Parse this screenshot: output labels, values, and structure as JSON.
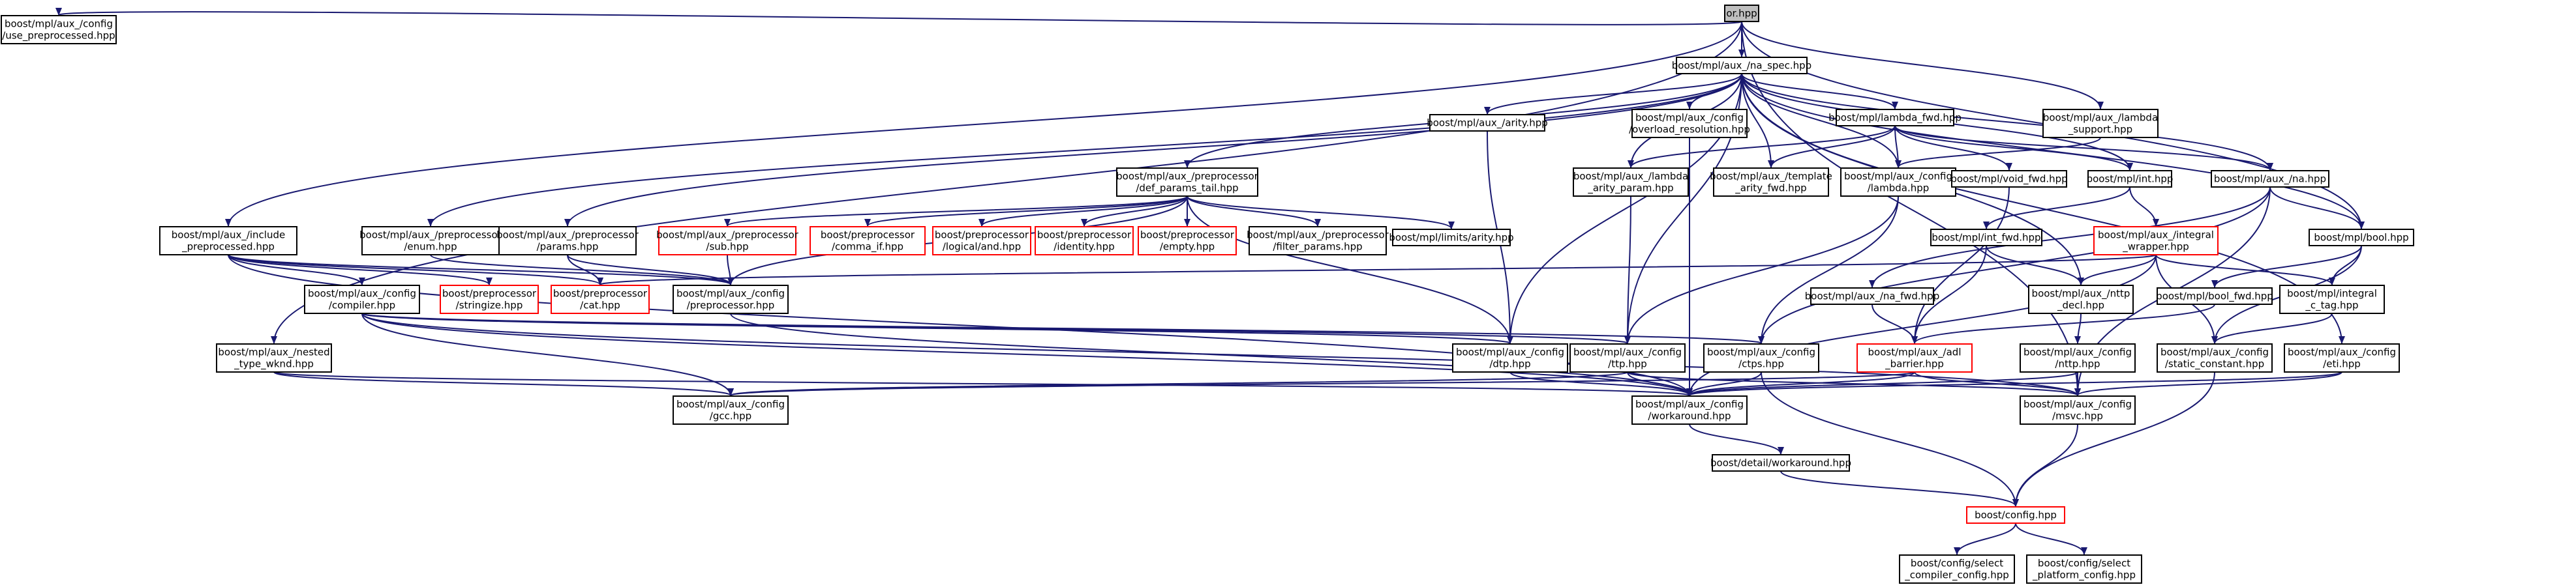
{
  "colors": {
    "edge": "#191970",
    "box_stroke": "#000000",
    "missing_stroke": "#ff0000",
    "root_fill": "#bfbfbf",
    "box_fill": "#ffffff"
  },
  "nodes": [
    {
      "id": "or",
      "lines": [
        "or.hpp"
      ],
      "style": "root"
    },
    {
      "id": "use_pre",
      "lines": [
        "boost/mpl/aux_/config",
        "/use_preprocessed.hpp"
      ],
      "style": "normal"
    },
    {
      "id": "lambda_spec",
      "lines": [
        "boost/mpl/aux_/na_spec.hpp"
      ],
      "style": "normal"
    },
    {
      "id": "arity",
      "lines": [
        "boost/mpl/aux_/arity.hpp"
      ],
      "style": "normal"
    },
    {
      "id": "overload",
      "lines": [
        "boost/mpl/aux_/config",
        "/overload_resolution.hpp"
      ],
      "style": "normal"
    },
    {
      "id": "lambda_fwd",
      "lines": [
        "boost/mpl/lambda_fwd.hpp"
      ],
      "style": "normal"
    },
    {
      "id": "lambda_support",
      "lines": [
        "boost/mpl/aux_/lambda",
        "_support.hpp"
      ],
      "style": "normal"
    },
    {
      "id": "def_params",
      "lines": [
        "boost/mpl/aux_/preprocessor",
        "/def_params_tail.hpp"
      ],
      "style": "normal"
    },
    {
      "id": "lambda_arity",
      "lines": [
        "boost/mpl/aux_/lambda",
        "_arity_param.hpp"
      ],
      "style": "normal"
    },
    {
      "id": "template_arity",
      "lines": [
        "boost/mpl/aux_/template",
        "_arity_fwd.hpp"
      ],
      "style": "normal"
    },
    {
      "id": "cfg_lambda",
      "lines": [
        "boost/mpl/aux_/config",
        "/lambda.hpp"
      ],
      "style": "normal"
    },
    {
      "id": "void_fwd",
      "lines": [
        "boost/mpl/void_fwd.hpp"
      ],
      "style": "normal"
    },
    {
      "id": "int",
      "lines": [
        "boost/mpl/int.hpp"
      ],
      "style": "normal"
    },
    {
      "id": "na",
      "lines": [
        "boost/mpl/aux_/na.hpp"
      ],
      "style": "normal"
    },
    {
      "id": "include_pre",
      "lines": [
        "boost/mpl/aux_/include",
        "_preprocessed.hpp"
      ],
      "style": "normal"
    },
    {
      "id": "pp_enum",
      "lines": [
        "boost/mpl/aux_/preprocessor",
        "/enum.hpp"
      ],
      "style": "normal"
    },
    {
      "id": "pp_params",
      "lines": [
        "boost/mpl/aux_/preprocessor",
        "/params.hpp"
      ],
      "style": "normal"
    },
    {
      "id": "pp_sub",
      "lines": [
        "boost/mpl/aux_/preprocessor",
        "/sub.hpp"
      ],
      "style": "missing"
    },
    {
      "id": "comma_if",
      "lines": [
        "boost/preprocessor",
        "/comma_if.hpp"
      ],
      "style": "missing"
    },
    {
      "id": "logical_and",
      "lines": [
        "boost/preprocessor",
        "/logical/and.hpp"
      ],
      "style": "missing"
    },
    {
      "id": "identity",
      "lines": [
        "boost/preprocessor",
        "/identity.hpp"
      ],
      "style": "missing"
    },
    {
      "id": "empty",
      "lines": [
        "boost/preprocessor",
        "/empty.hpp"
      ],
      "style": "missing"
    },
    {
      "id": "filter",
      "lines": [
        "boost/mpl/aux_/preprocessor",
        "/filter_params.hpp"
      ],
      "style": "normal"
    },
    {
      "id": "limits",
      "lines": [
        "boost/mpl/limits/arity.hpp"
      ],
      "style": "normal"
    },
    {
      "id": "int_fwd",
      "lines": [
        "boost/mpl/int_fwd.hpp"
      ],
      "style": "normal"
    },
    {
      "id": "integral_wrapper",
      "lines": [
        "boost/mpl/aux_/integral",
        "_wrapper.hpp"
      ],
      "style": "missing"
    },
    {
      "id": "bool",
      "lines": [
        "boost/mpl/bool.hpp"
      ],
      "style": "normal"
    },
    {
      "id": "cfg_compiler",
      "lines": [
        "boost/mpl/aux_/config",
        "/compiler.hpp"
      ],
      "style": "normal"
    },
    {
      "id": "stringize",
      "lines": [
        "boost/preprocessor",
        "/stringize.hpp"
      ],
      "style": "missing"
    },
    {
      "id": "cat",
      "lines": [
        "boost/preprocessor",
        "/cat.hpp"
      ],
      "style": "missing"
    },
    {
      "id": "cfg_pp",
      "lines": [
        "boost/mpl/aux_/config",
        "/preprocessor.hpp"
      ],
      "style": "normal"
    },
    {
      "id": "na_fwd",
      "lines": [
        "boost/mpl/aux_/na_fwd.hpp"
      ],
      "style": "normal"
    },
    {
      "id": "nttp_decl",
      "lines": [
        "boost/mpl/aux_/nttp",
        "_decl.hpp"
      ],
      "style": "normal"
    },
    {
      "id": "bool_fwd",
      "lines": [
        "boost/mpl/bool_fwd.hpp"
      ],
      "style": "normal"
    },
    {
      "id": "integral_c_tag",
      "lines": [
        "boost/mpl/integral",
        "_c_tag.hpp"
      ],
      "style": "normal"
    },
    {
      "id": "nested_type",
      "lines": [
        "boost/mpl/aux_/nested",
        "_type_wknd.hpp"
      ],
      "style": "normal"
    },
    {
      "id": "cfg_dtp",
      "lines": [
        "boost/mpl/aux_/config",
        "/dtp.hpp"
      ],
      "style": "normal"
    },
    {
      "id": "cfg_ttp",
      "lines": [
        "boost/mpl/aux_/config",
        "/ttp.hpp"
      ],
      "style": "normal"
    },
    {
      "id": "cfg_ctps",
      "lines": [
        "boost/mpl/aux_/config",
        "/ctps.hpp"
      ],
      "style": "normal"
    },
    {
      "id": "adl",
      "lines": [
        "boost/mpl/aux_/adl",
        "_barrier.hpp"
      ],
      "style": "missing"
    },
    {
      "id": "cfg_nttp",
      "lines": [
        "boost/mpl/aux_/config",
        "/nttp.hpp"
      ],
      "style": "normal"
    },
    {
      "id": "static_const",
      "lines": [
        "boost/mpl/aux_/config",
        "/static_constant.hpp"
      ],
      "style": "normal"
    },
    {
      "id": "cfg_eti",
      "lines": [
        "boost/mpl/aux_/config",
        "/eti.hpp"
      ],
      "style": "normal"
    },
    {
      "id": "cfg_gcc",
      "lines": [
        "boost/mpl/aux_/config",
        "/gcc.hpp"
      ],
      "style": "normal"
    },
    {
      "id": "workaround",
      "lines": [
        "boost/mpl/aux_/config",
        "/workaround.hpp"
      ],
      "style": "normal"
    },
    {
      "id": "cfg_msvc",
      "lines": [
        "boost/mpl/aux_/config",
        "/msvc.hpp"
      ],
      "style": "normal"
    },
    {
      "id": "detail_workaround",
      "lines": [
        "boost/detail/workaround.hpp"
      ],
      "style": "normal"
    },
    {
      "id": "config",
      "lines": [
        "boost/config.hpp"
      ],
      "style": "missing"
    },
    {
      "id": "select_compiler",
      "lines": [
        "boost/config/select",
        "_compiler_config.hpp"
      ],
      "style": "normal"
    },
    {
      "id": "select_platform",
      "lines": [
        "boost/config/select",
        "_platform_config.hpp"
      ],
      "style": "normal"
    }
  ],
  "edges": [
    [
      "or",
      "use_pre"
    ],
    [
      "or",
      "lambda_spec"
    ],
    [
      "or",
      "lambda_support"
    ],
    [
      "or",
      "bool"
    ],
    [
      "or",
      "include_pre"
    ],
    [
      "or",
      "nested_type"
    ],
    [
      "or",
      "cfg_msvc"
    ],
    [
      "lambda_spec",
      "arity"
    ],
    [
      "lambda_spec",
      "overload"
    ],
    [
      "lambda_spec",
      "lambda_fwd"
    ],
    [
      "lambda_spec",
      "def_params"
    ],
    [
      "lambda_spec",
      "lambda_arity"
    ],
    [
      "lambda_spec",
      "template_arity"
    ],
    [
      "lambda_spec",
      "cfg_lambda"
    ],
    [
      "lambda_spec",
      "int"
    ],
    [
      "lambda_spec",
      "na"
    ],
    [
      "lambda_spec",
      "pp_enum"
    ],
    [
      "lambda_spec",
      "pp_params"
    ],
    [
      "lambda_spec",
      "cfg_dtp"
    ],
    [
      "lambda_spec",
      "cfg_ttp"
    ],
    [
      "lambda_spec",
      "bool"
    ],
    [
      "lambda_spec",
      "nttp_decl"
    ],
    [
      "lambda_spec",
      "cfg_eti"
    ],
    [
      "arity",
      "cfg_dtp"
    ],
    [
      "overload",
      "workaround"
    ],
    [
      "lambda_fwd",
      "void_fwd"
    ],
    [
      "lambda_fwd",
      "na"
    ],
    [
      "lambda_fwd",
      "lambda_arity"
    ],
    [
      "lambda_fwd",
      "template_arity"
    ],
    [
      "lambda_fwd",
      "cfg_lambda"
    ],
    [
      "lambda_fwd",
      "int"
    ],
    [
      "lambda_support",
      "cfg_lambda"
    ],
    [
      "def_params",
      "pp_sub"
    ],
    [
      "def_params",
      "comma_if"
    ],
    [
      "def_params",
      "logical_and"
    ],
    [
      "def_params",
      "identity"
    ],
    [
      "def_params",
      "empty"
    ],
    [
      "def_params",
      "filter"
    ],
    [
      "def_params",
      "limits"
    ],
    [
      "def_params",
      "cfg_pp"
    ],
    [
      "def_params",
      "cfg_dtp"
    ],
    [
      "lambda_arity",
      "cfg_ttp"
    ],
    [
      "cfg_lambda",
      "cfg_ttp"
    ],
    [
      "cfg_lambda",
      "cfg_ctps"
    ],
    [
      "void_fwd",
      "adl"
    ],
    [
      "int",
      "int_fwd"
    ],
    [
      "int",
      "integral_wrapper"
    ],
    [
      "na",
      "na_fwd"
    ],
    [
      "na",
      "bool"
    ],
    [
      "na",
      "cfg_ctps"
    ],
    [
      "na",
      "cfg_msvc"
    ],
    [
      "include_pre",
      "cfg_compiler"
    ],
    [
      "include_pre",
      "cfg_pp"
    ],
    [
      "include_pre",
      "stringize"
    ],
    [
      "include_pre",
      "cat"
    ],
    [
      "include_pre",
      "workaround"
    ],
    [
      "pp_enum",
      "cfg_pp"
    ],
    [
      "pp_params",
      "cfg_pp"
    ],
    [
      "pp_params",
      "cat"
    ],
    [
      "pp_sub",
      "cfg_pp"
    ],
    [
      "int_fwd",
      "nttp_decl"
    ],
    [
      "int_fwd",
      "adl"
    ],
    [
      "integral_wrapper",
      "integral_c_tag"
    ],
    [
      "integral_wrapper",
      "static_const"
    ],
    [
      "integral_wrapper",
      "nttp_decl"
    ],
    [
      "integral_wrapper",
      "cat"
    ],
    [
      "integral_wrapper",
      "workaround"
    ],
    [
      "bool",
      "bool_fwd"
    ],
    [
      "bool",
      "integral_c_tag"
    ],
    [
      "bool",
      "static_const"
    ],
    [
      "cfg_compiler",
      "cfg_dtp"
    ],
    [
      "cfg_compiler",
      "cfg_ttp"
    ],
    [
      "cfg_compiler",
      "cfg_ctps"
    ],
    [
      "cfg_compiler",
      "cfg_msvc"
    ],
    [
      "cfg_compiler",
      "cfg_gcc"
    ],
    [
      "cfg_compiler",
      "workaround"
    ],
    [
      "cfg_pp",
      "workaround"
    ],
    [
      "na_fwd",
      "adl"
    ],
    [
      "nttp_decl",
      "cfg_nttp"
    ],
    [
      "bool_fwd",
      "adl"
    ],
    [
      "integral_c_tag",
      "static_const"
    ],
    [
      "nested_type",
      "cfg_gcc"
    ],
    [
      "nested_type",
      "workaround"
    ],
    [
      "cfg_dtp",
      "workaround"
    ],
    [
      "cfg_ttp",
      "cfg_msvc"
    ],
    [
      "cfg_ttp",
      "cfg_gcc"
    ],
    [
      "cfg_ttp",
      "workaround"
    ],
    [
      "cfg_ctps",
      "workaround"
    ],
    [
      "cfg_ctps",
      "config"
    ],
    [
      "adl",
      "cfg_msvc"
    ],
    [
      "adl",
      "cfg_gcc"
    ],
    [
      "adl",
      "workaround"
    ],
    [
      "cfg_nttp",
      "cfg_msvc"
    ],
    [
      "cfg_nttp",
      "workaround"
    ],
    [
      "static_const",
      "config"
    ],
    [
      "cfg_eti",
      "cfg_msvc"
    ],
    [
      "cfg_eti",
      "workaround"
    ],
    [
      "workaround",
      "detail_workaround"
    ],
    [
      "cfg_msvc",
      "config"
    ],
    [
      "detail_workaround",
      "config"
    ],
    [
      "config",
      "select_compiler"
    ],
    [
      "config",
      "select_platform"
    ]
  ]
}
